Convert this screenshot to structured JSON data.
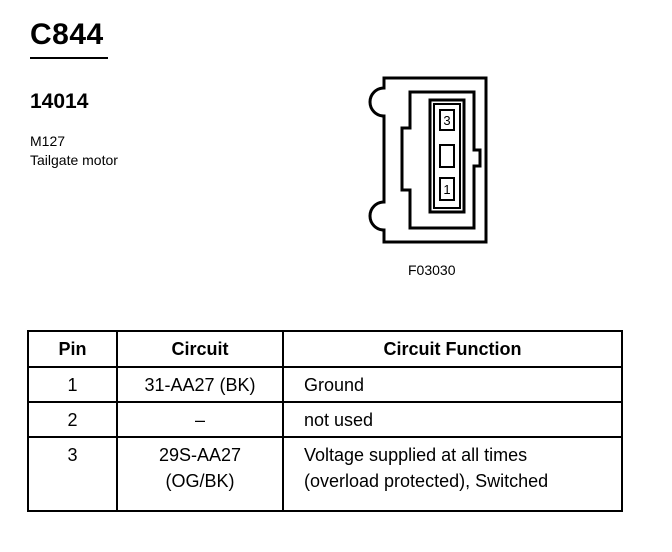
{
  "header": {
    "connector_id": "C844",
    "part_number": "14014",
    "component_code": "M127",
    "component_name": "Tailgate motor"
  },
  "figure": {
    "code": "F03030",
    "cavity_labels": [
      "3",
      "1"
    ]
  },
  "table": {
    "headers": [
      "Pin",
      "Circuit",
      "Circuit Function"
    ],
    "rows": [
      {
        "pin": "1",
        "circuit": [
          "31-AA27 (BK)"
        ],
        "function": [
          "Ground"
        ]
      },
      {
        "pin": "2",
        "circuit": [
          "–"
        ],
        "function": [
          "not used"
        ]
      },
      {
        "pin": "3",
        "circuit": [
          "29S-AA27",
          "(OG/BK)"
        ],
        "function": [
          "Voltage supplied at all times",
          "(overload protected), Switched"
        ]
      }
    ]
  }
}
